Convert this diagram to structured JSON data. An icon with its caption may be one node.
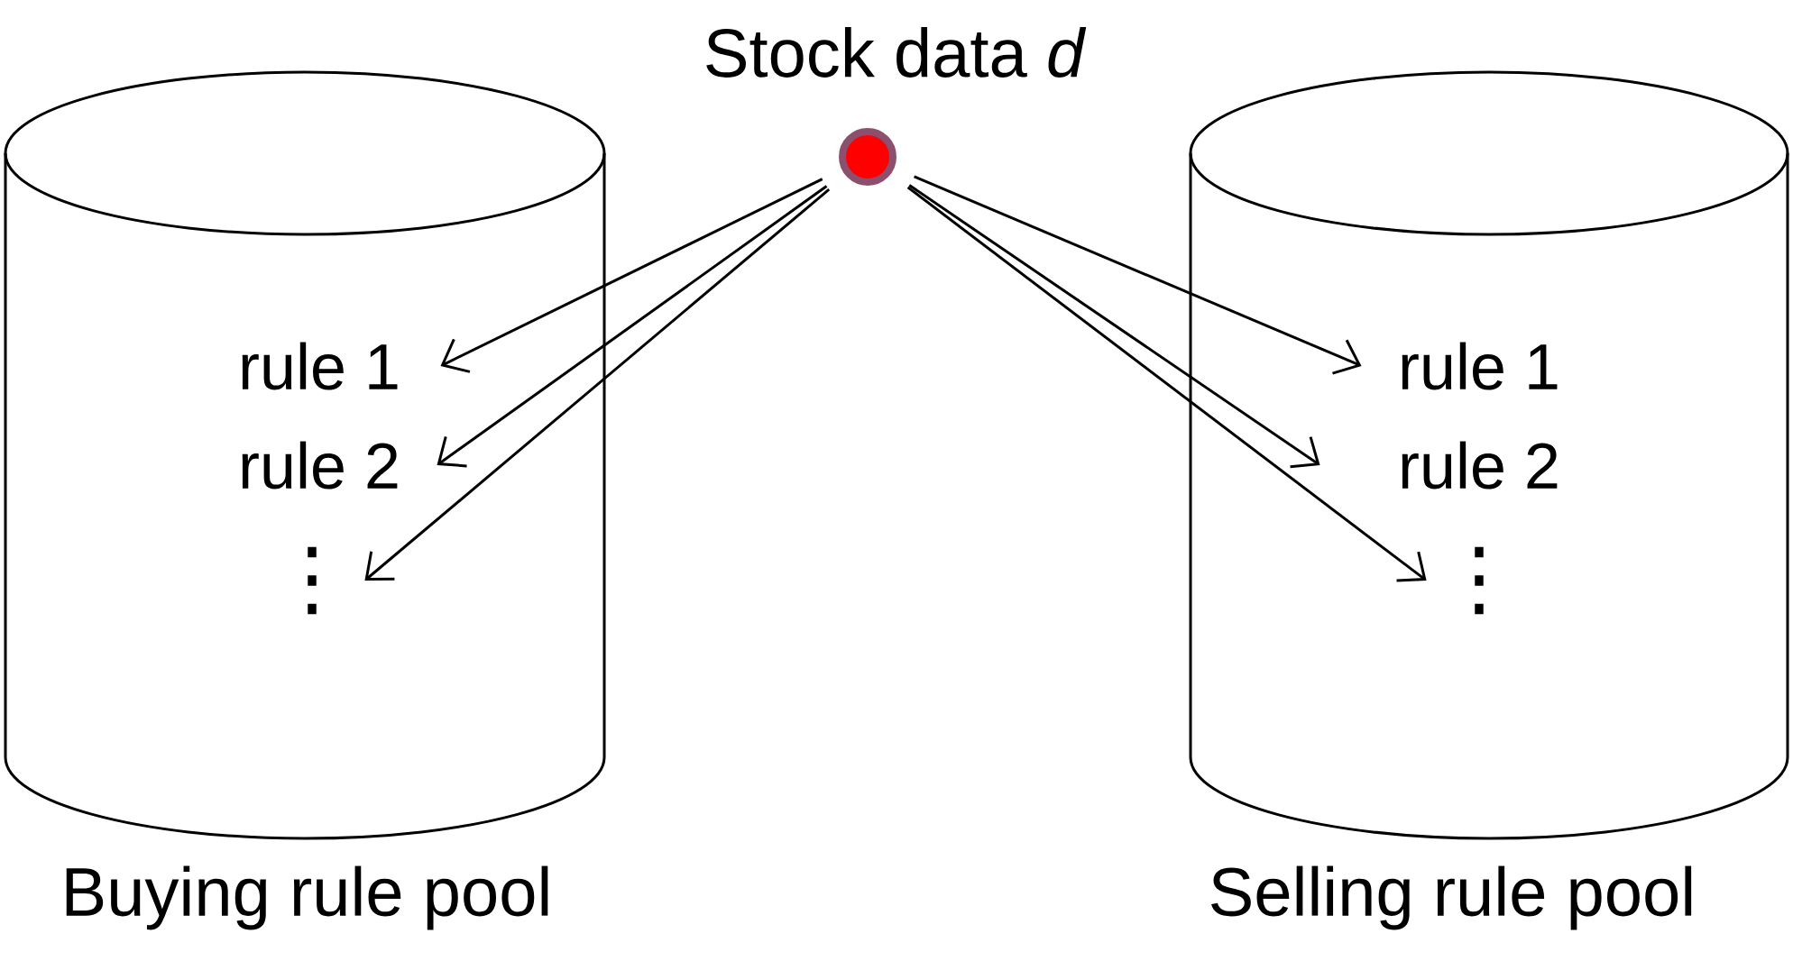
{
  "diagram": {
    "nodes": [
      {
        "text": [
          "Buying rule pool"
        ]
      },
      {
        "text": [
          "rule 1"
        ],
        "in": 0
      },
      {
        "text": [
          "rule 2"
        ],
        "in": 0
      },
      {
        "text": [
          "⋮"
        ],
        "in": 0
      },
      {
        "text": [
          "Selling rule pool"
        ]
      },
      {
        "text": [
          "rule 1"
        ],
        "in": 4
      },
      {
        "text": [
          "rule 2"
        ],
        "in": 4
      },
      {
        "text": [
          "⋮"
        ],
        "in": 4
      },
      {
        "text": [],
        "shape": "circle",
        "beside": [
          "Stock data *d*"
        ]
      }
    ],
    "edges": [
      {
        "from": 8,
        "to": 1,
        "arrow": "to"
      },
      {
        "from": 8,
        "to": 2,
        "arrow": "to"
      },
      {
        "from": 8,
        "to": 3,
        "arrow": "to"
      },
      {
        "from": 8,
        "to": 5,
        "arrow": "to"
      },
      {
        "from": 8,
        "to": 6,
        "arrow": "to"
      },
      {
        "from": 8,
        "to": 7,
        "arrow": "to"
      }
    ]
  }
}
